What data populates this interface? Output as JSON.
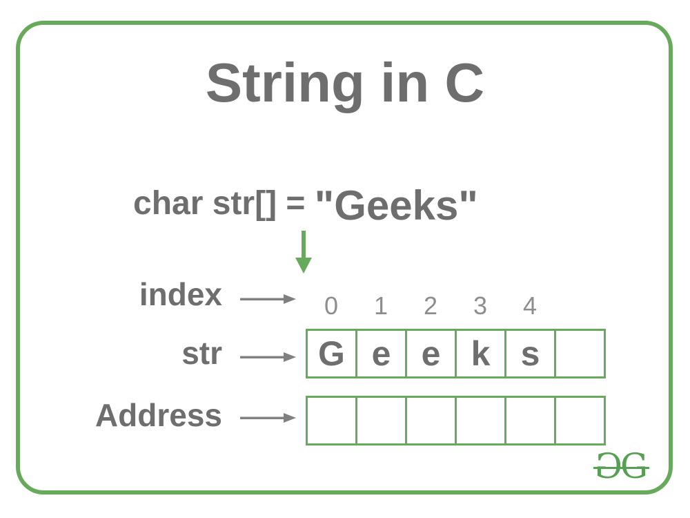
{
  "title": "String in C",
  "declaration": {
    "prefix": "char str[] = ",
    "value": "\"Geeks\""
  },
  "rows": {
    "index": {
      "label": "index",
      "values": [
        "0",
        "1",
        "2",
        "3",
        "4"
      ]
    },
    "str": {
      "label": "str",
      "cells": [
        "G",
        "e",
        "e",
        "k",
        "s",
        ""
      ]
    },
    "address": {
      "label": "Address",
      "cells": [
        "",
        "",
        "",
        "",
        "",
        ""
      ]
    }
  },
  "logo": {
    "glyph_left": "G",
    "glyph_right": "G"
  },
  "colors": {
    "frame_green": "#68aa5c",
    "box_green": "#68aa5c",
    "arrow_green": "#68aa5c",
    "logo_green": "#55a053",
    "text_gray": "#6e6e6e",
    "digit_gray": "#8d8d8d",
    "arrow_gray": "#808080",
    "background": "#ffffff"
  }
}
